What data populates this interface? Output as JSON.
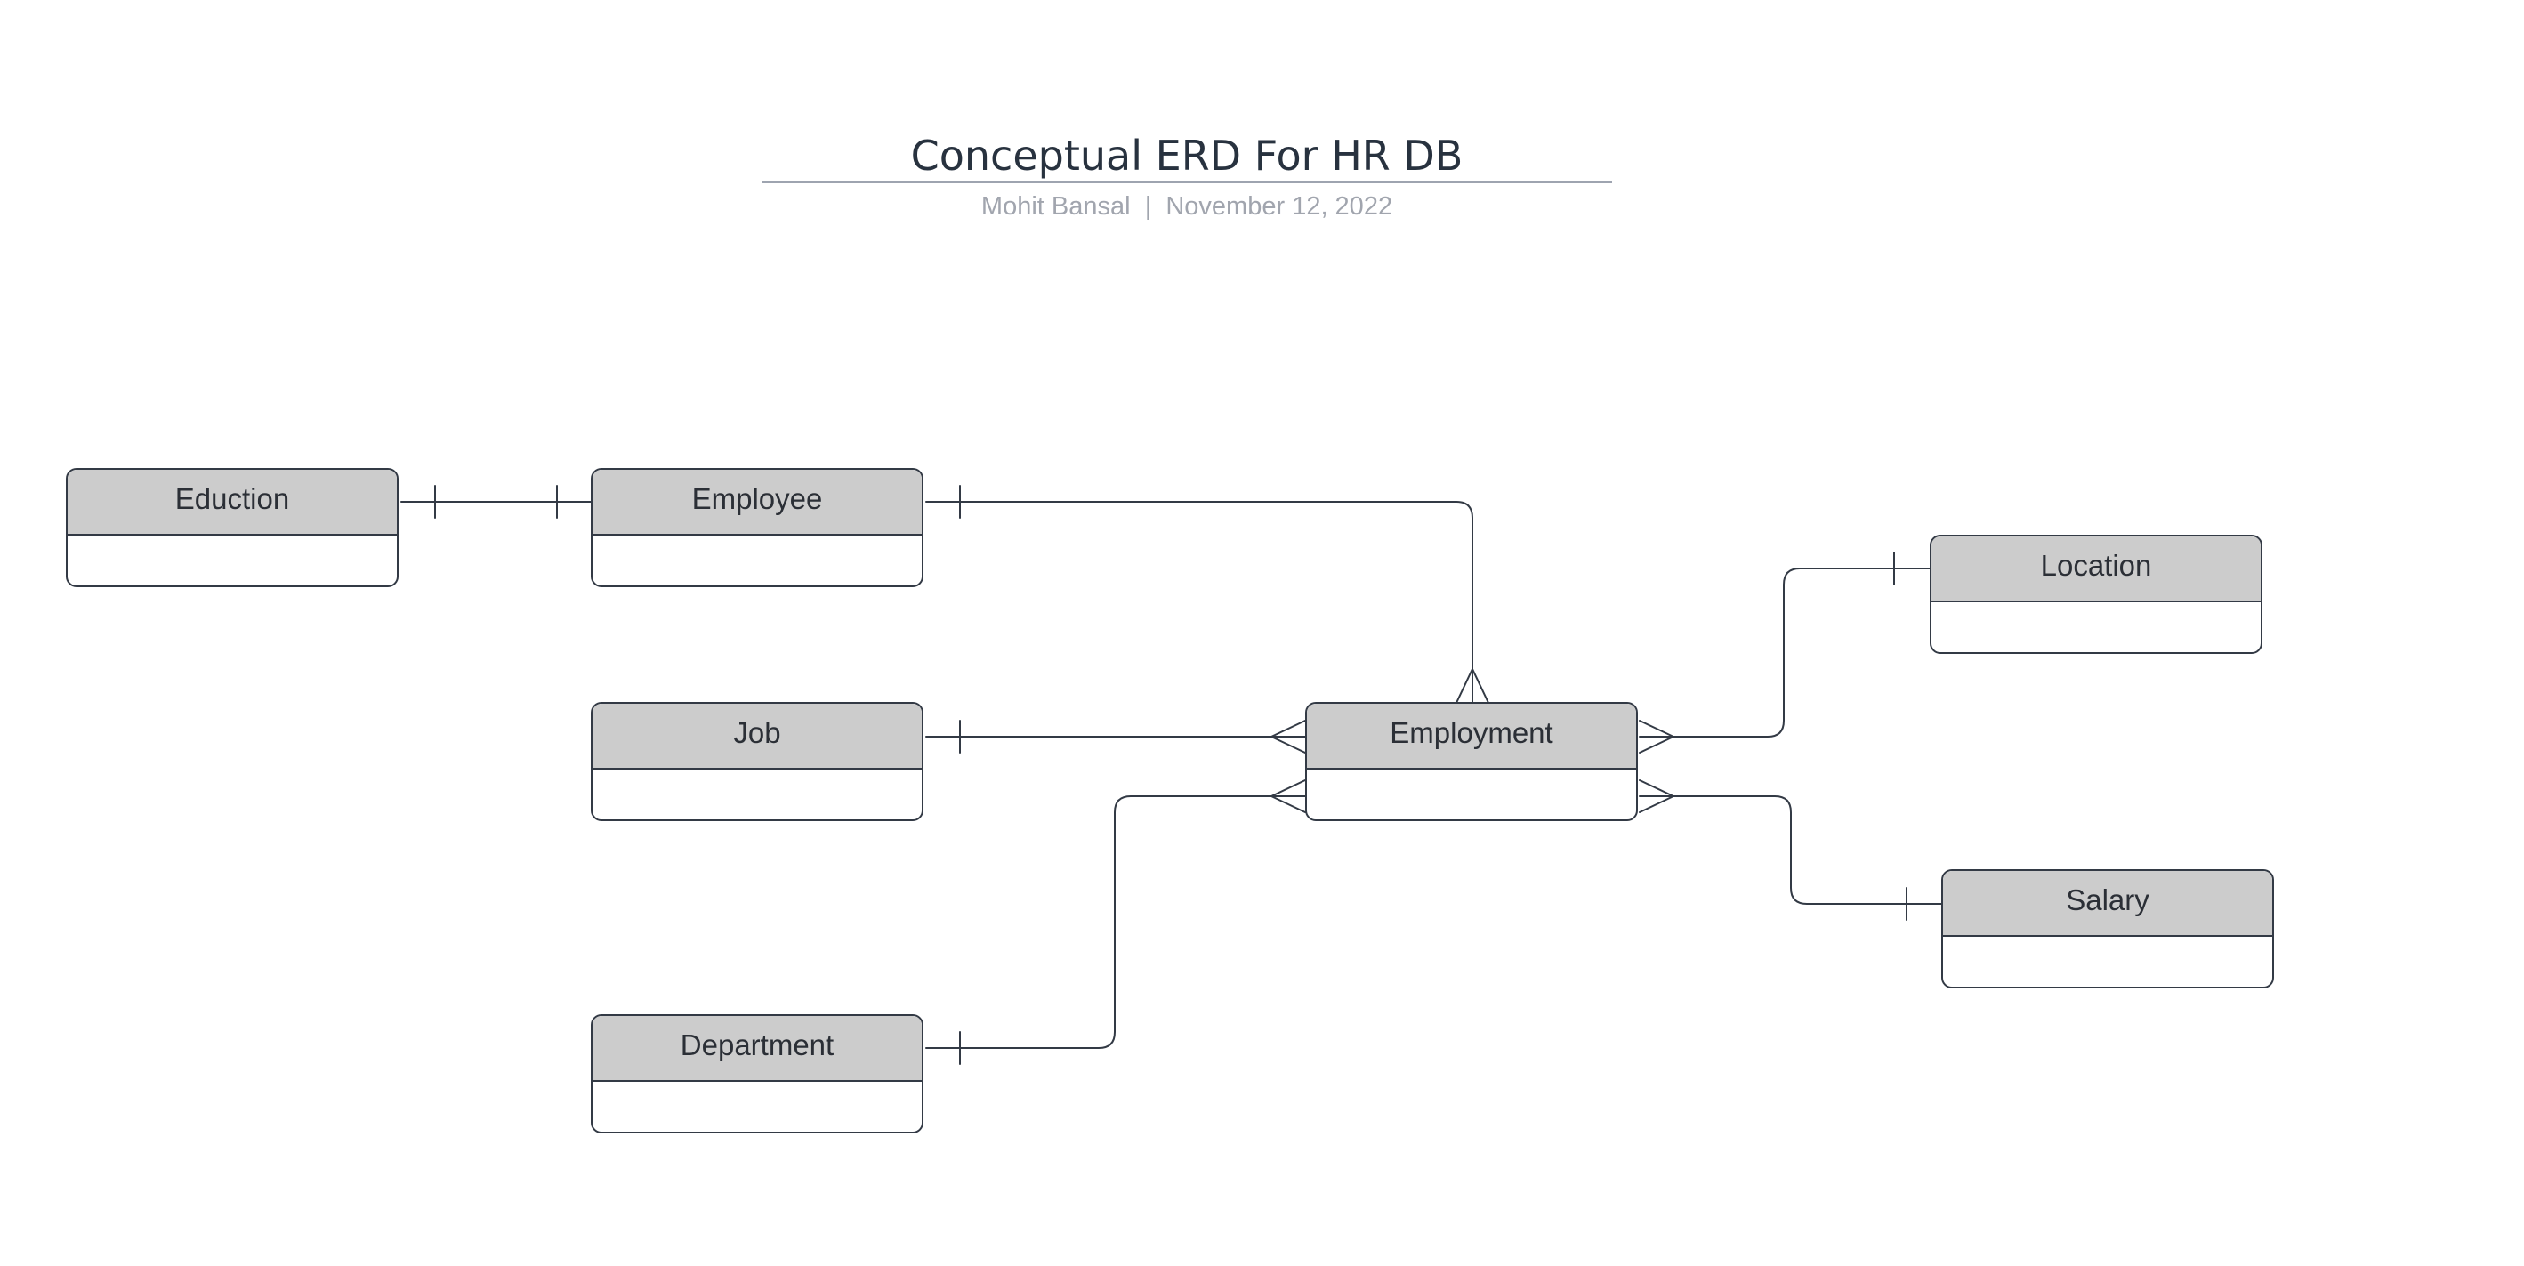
{
  "diagram": {
    "title": "Conceptual ERD For HR DB",
    "author": "Mohit Bansal",
    "separator": "|",
    "date": "November 12, 2022",
    "entities": [
      {
        "id": "education",
        "label": "Eduction"
      },
      {
        "id": "employee",
        "label": "Employee"
      },
      {
        "id": "job",
        "label": "Job"
      },
      {
        "id": "department",
        "label": "Department"
      },
      {
        "id": "employment",
        "label": "Employment"
      },
      {
        "id": "location",
        "label": "Location"
      },
      {
        "id": "salary",
        "label": "Salary"
      }
    ],
    "relationships": [
      {
        "from": "Eduction",
        "from_cardinality": "one",
        "to": "Employee",
        "to_cardinality": "one"
      },
      {
        "from": "Employee",
        "from_cardinality": "one",
        "to": "Employment",
        "to_cardinality": "many"
      },
      {
        "from": "Job",
        "from_cardinality": "one",
        "to": "Employment",
        "to_cardinality": "many"
      },
      {
        "from": "Department",
        "from_cardinality": "one",
        "to": "Employment",
        "to_cardinality": "many"
      },
      {
        "from": "Location",
        "from_cardinality": "one",
        "to": "Employment",
        "to_cardinality": "many"
      },
      {
        "from": "Salary",
        "from_cardinality": "one",
        "to": "Employment",
        "to_cardinality": "many"
      }
    ],
    "colors": {
      "header_fill": "#cccccc",
      "border": "#333a45",
      "title": "#28323f",
      "byline": "#a1a5ae",
      "rule": "#9ea4b0"
    }
  }
}
